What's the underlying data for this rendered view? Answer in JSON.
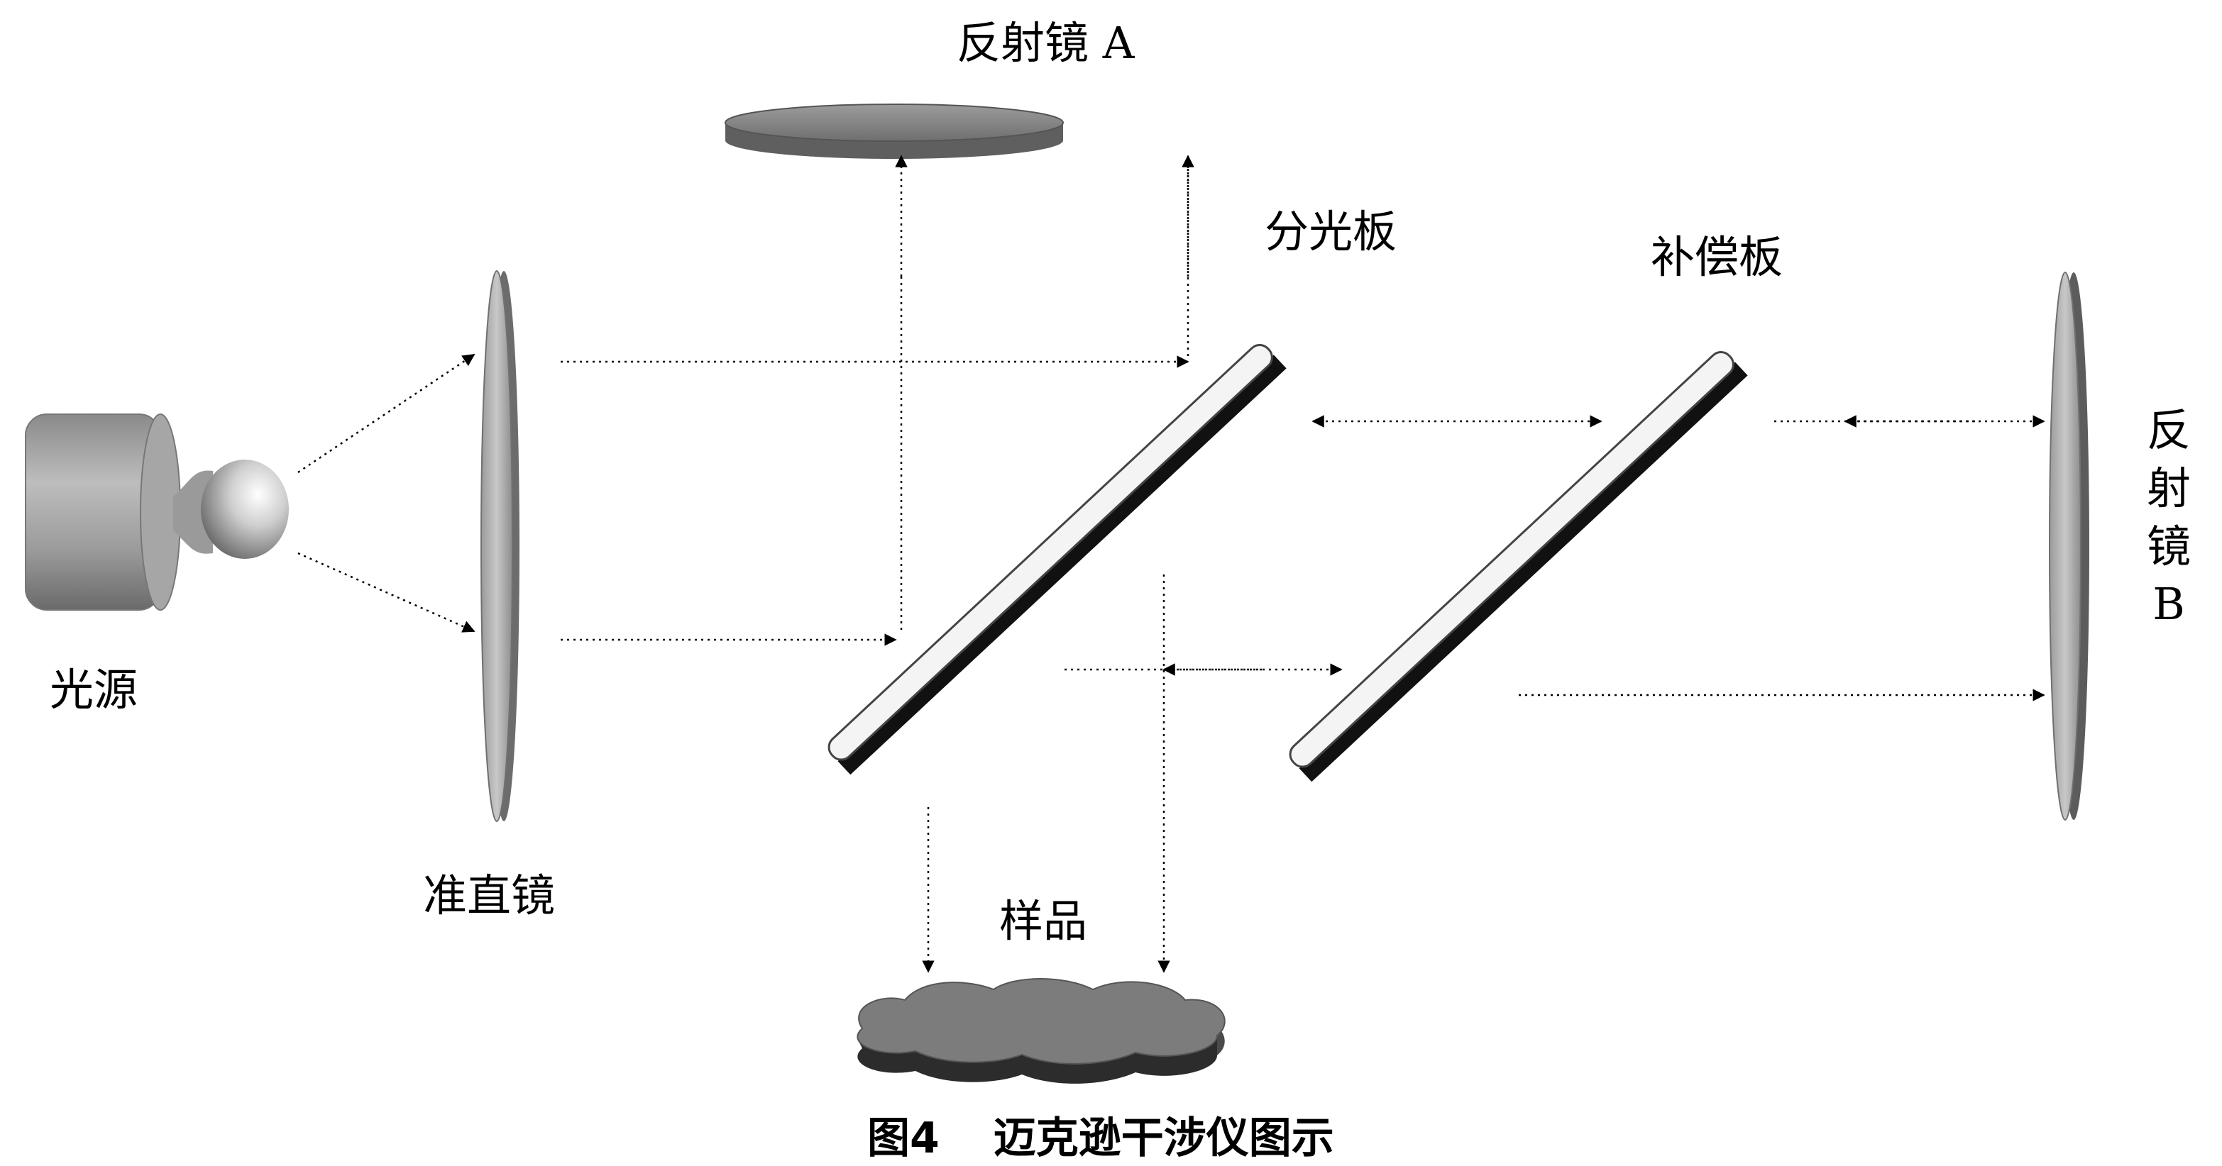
{
  "labels": {
    "mirror_a": "反射镜 A",
    "beam_splitter": "分光板",
    "compensator": "补偿板",
    "mirror_b": "反\n射\n镜\nB",
    "source": "光源",
    "collimator": "准直镜",
    "sample": "样品"
  },
  "caption": {
    "figure_number": "图4",
    "title": "迈克逊干涉仪图示"
  }
}
